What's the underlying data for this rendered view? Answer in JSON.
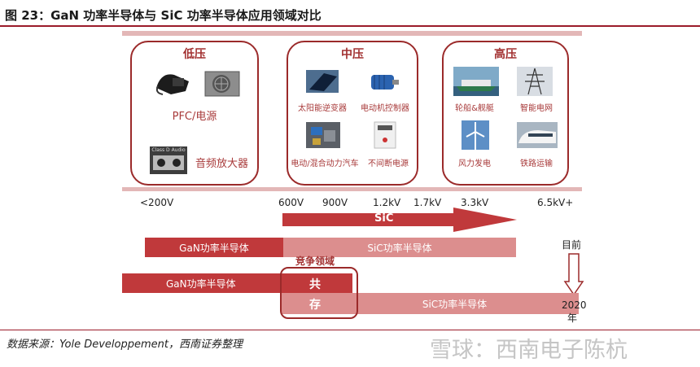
{
  "title": "图 23：GaN 功率半导体与 SiC 功率半导体应用领域对比",
  "boxes": {
    "low": {
      "label": "低压",
      "items": [
        "PFC/电源",
        "音频放大器"
      ],
      "sub_label": "Class D Audio"
    },
    "mid": {
      "label": "中压",
      "items": [
        "太阳能逆变器",
        "电动机控制器",
        "电动/混合动力汽车",
        "不间断电源"
      ]
    },
    "high": {
      "label": "高压",
      "items": [
        "轮船&舰艇",
        "智能电网",
        "风力发电",
        "铁路运输"
      ]
    }
  },
  "voltage_ticks": [
    "<200V",
    "600V",
    "900V",
    "1.2kV",
    "1.7kV",
    "3.3kV",
    "6.5kV+"
  ],
  "sic_arrow_label": "SiC",
  "current": {
    "gan_label": "GaN功率半导体",
    "sic_label": "SiC功率半导体",
    "time_label": "目前"
  },
  "future": {
    "competition_label": "竞争领域",
    "gan_label": "GaN功率半导体",
    "coexist_1": "共",
    "coexist_2": "存",
    "sic_label": "SiC功率半导体",
    "time_label_year": "2020",
    "time_label_unit": "年"
  },
  "source": "数据来源：Yole Developpement，西南证券整理",
  "watermark": "雪球：西南电子陈杭",
  "colors": {
    "accent": "#9b1b2a",
    "gan_bar": "#c0393b",
    "sic_bar": "#dc8e8e",
    "band": "#e3b7b7"
  }
}
